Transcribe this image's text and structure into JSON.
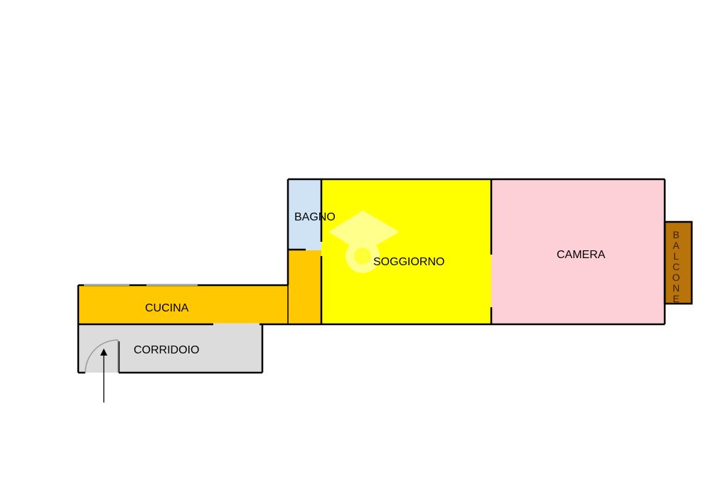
{
  "floorplan": {
    "rooms": {
      "bagno": {
        "label": "BAGNO",
        "color": "#cfe3f5"
      },
      "soggiorno": {
        "label": "SOGGIORNO",
        "color": "#ffff00"
      },
      "camera": {
        "label": "CAMERA",
        "color": "#fdd0d8"
      },
      "cucina": {
        "label": "CUCINA",
        "color": "#ffc800"
      },
      "corridoio": {
        "label": "CORRIDOIO",
        "color": "#dcdcdc"
      },
      "balcone": {
        "label": "BALCONE",
        "letters": [
          "B",
          "A",
          "L",
          "C",
          "O",
          "N",
          "E"
        ],
        "color": "#b8740a"
      }
    },
    "wall_color": "#000000",
    "watermark_color": "#ffffff"
  }
}
